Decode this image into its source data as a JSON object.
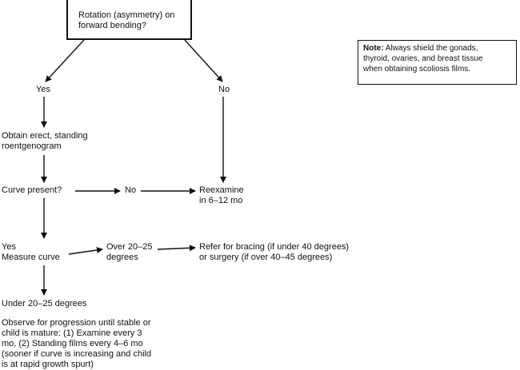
{
  "start_box": {
    "text": "Rotation (asymmetry) on\nforward bending?"
  },
  "note": {
    "label": "Note:",
    "text": " Always shield the gonads,\nthyroid, ovaries, and breast tissue\nwhen obtaining scoliosis films."
  },
  "nodes": {
    "yes_top": "Yes",
    "no_top": "No",
    "obtain_roentgenogram": "Obtain erect, standing\nroentgenogram",
    "curve_present": "Curve present?",
    "no_curve": "No",
    "reexamine": "Reexamine\nin 6–12 mo",
    "yes_measure": "Yes\nMeasure curve",
    "over_20_25": "Over 20–25\ndegrees",
    "refer_bracing": "Refer for bracing (if under 40 degrees)\nor surgery (if over 40–45 degrees)",
    "under_20_25": "Under 20–25 degrees",
    "observe_progression": "Observe for progression until stable or\nchild is mature: (1) Examine every 3\nmo, (2) Standing films every 4–6 mo\n(sooner if curve is increasing and child\nis at rapid growth spurt)"
  }
}
